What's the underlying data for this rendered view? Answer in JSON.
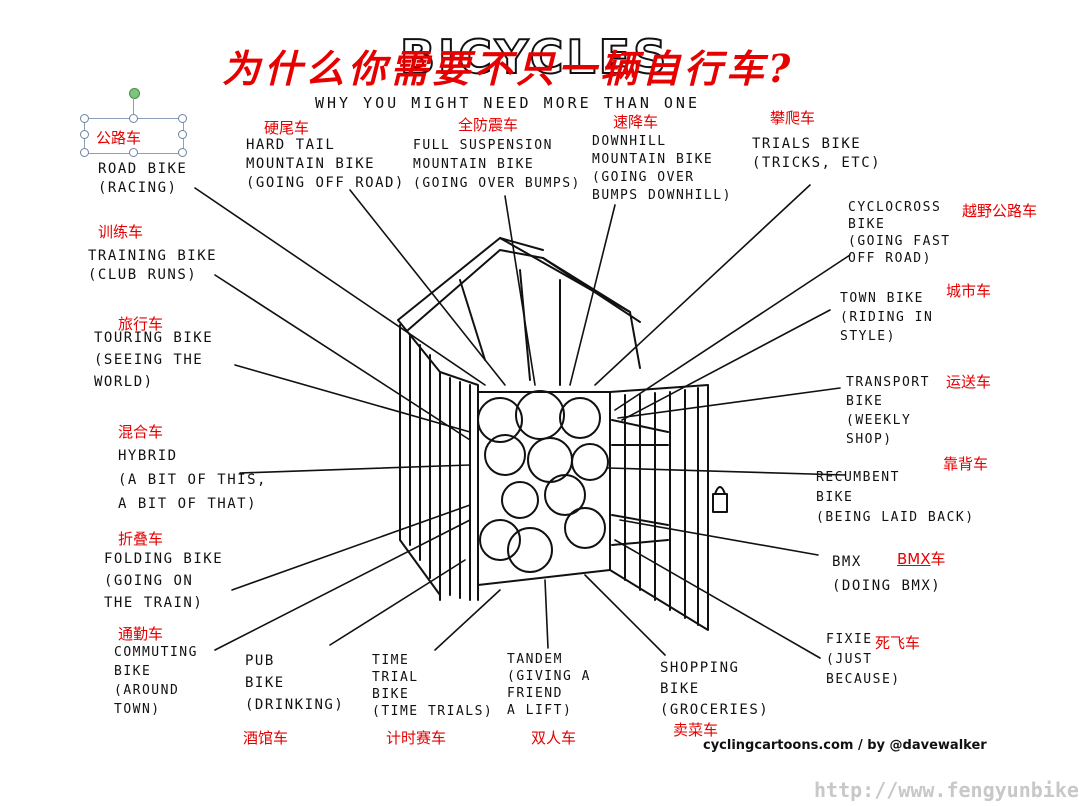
{
  "title_zh": "为什么你需要不只一辆自行车?",
  "title_en": "BICYCLES",
  "subtitle": "WHY YOU MIGHT NEED MORE THAN ONE",
  "credit": "cyclingcartoons.com / by @davewalker",
  "watermark_url": "http://www.fengyunbike.com",
  "labels": {
    "road": {
      "en": "ROAD BIKE\n(RACING)",
      "zh": "公路车"
    },
    "hardtail": {
      "en": "HARD TAIL\nMOUNTAIN BIKE\n(GOING OFF ROAD)",
      "zh": "硬尾车"
    },
    "fullsus": {
      "en": "FULL SUSPENSION\nMOUNTAIN BIKE\n(GOING OVER BUMPS)",
      "zh": "全防震车"
    },
    "downhill": {
      "en": "DOWNHILL\nMOUNTAIN BIKE\n(GOING OVER\nBUMPS DOWNHILL)",
      "zh": "速降车"
    },
    "trials": {
      "en": "TRIALS BIKE\n(TRICKS, ETC)",
      "zh": "攀爬车"
    },
    "cyclocross": {
      "en": "CYCLOCROSS\nBIKE\n(GOING FAST\nOFF ROAD)",
      "zh": "越野公路车"
    },
    "training": {
      "en": "TRAINING BIKE\n(CLUB RUNS)",
      "zh": "训练车"
    },
    "town": {
      "en": "TOWN BIKE\n(RIDING IN\nSTYLE)",
      "zh": "城市车"
    },
    "touring": {
      "en": "TOURING BIKE\n(SEEING THE\nWORLD)",
      "zh": "旅行车"
    },
    "transport": {
      "en": "TRANSPORT\nBIKE\n(WEEKLY\nSHOP)",
      "zh": "运送车"
    },
    "hybrid": {
      "en": "HYBRID\n(A BIT OF THIS,\nA BIT OF THAT)",
      "zh": "混合车"
    },
    "recumbent": {
      "en": "RECUMBENT\nBIKE\n(BEING LAID BACK)",
      "zh": "靠背车"
    },
    "folding": {
      "en": "FOLDING BIKE\n(GOING ON\nTHE TRAIN)",
      "zh": "折叠车"
    },
    "bmx": {
      "en": "BMX\n(DOING BMX)",
      "zh": "车",
      "zh_prefix": "BMX"
    },
    "commuting": {
      "en": "COMMUTING\nBIKE\n(AROUND\nTOWN)",
      "zh": "通勤车"
    },
    "fixie": {
      "en": "FIXIE\n(JUST\nBECAUSE)",
      "zh": "死飞车"
    },
    "pub": {
      "en": "PUB\nBIKE\n(DRINKING)",
      "zh": "酒馆车"
    },
    "timetrial": {
      "en": "TIME\nTRIAL\nBIKE\n(TIME TRIALS)",
      "zh": "计时赛车"
    },
    "tandem": {
      "en": "TANDEM\n(GIVING A\nFRIEND\nA LIFT)",
      "zh": "双人车"
    },
    "shopping": {
      "en": "SHOPPING\nBIKE\n(GROCERIES)",
      "zh": "卖菜车"
    }
  }
}
